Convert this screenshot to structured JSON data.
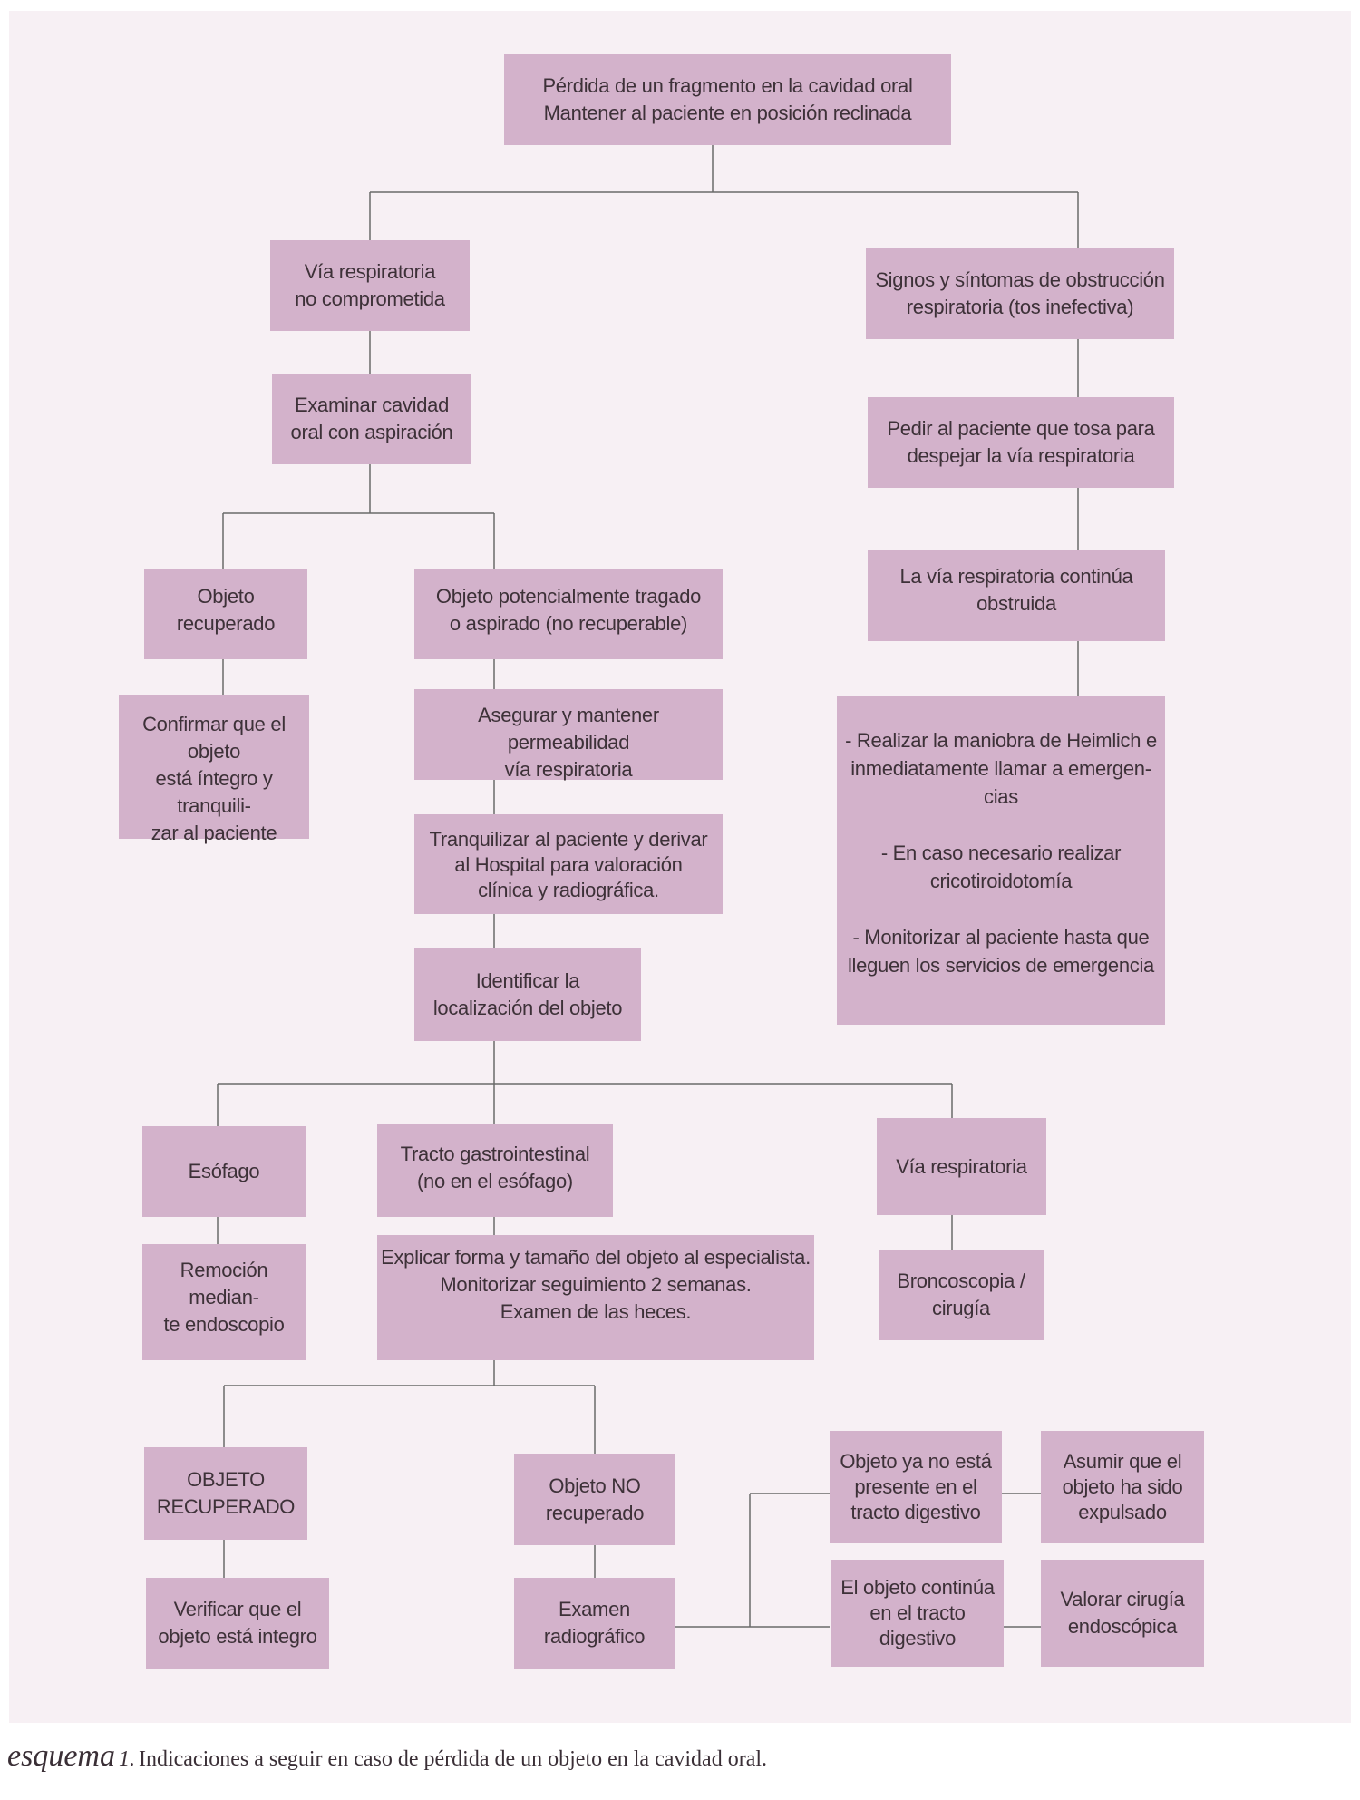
{
  "diagram": {
    "nodes": {
      "root": "Pérdida de un fragmento en la cavidad oral\nMantener al paciente en posición reclinada",
      "via_no_comprometida": "Vía respiratoria\nno comprometida",
      "examinar": "Examinar cavidad\noral con aspiración",
      "objeto_recuperado": "Objeto\nrecuperado",
      "confirmar": "Confirmar que el objeto\nestá íntegro y tranquili-\nzar al paciente",
      "tragado": "Objeto potencialmente tragado\no aspirado (no recuperable)",
      "asegurar": "Asegurar y mantener permeabilidad\nvía respiratoria",
      "tranquilizar": "Tranquilizar al paciente y derivar\nal Hospital para valoración\nclínica y radiográfica.",
      "identificar": "Identificar la\nlocalización del objeto",
      "signos": "Signos y síntomas de obstrucción\nrespiratoria (tos inefectiva)",
      "pedir_tosa": "Pedir al paciente que tosa para\ndespejar la vía respiratoria",
      "continua_obstruida": "La vía respiratoria continúa\nobstruida",
      "heimlich": "- Realizar la maniobra de Heimlich e\ninmediatamente llamar a emergen-\ncias\n\n- En caso necesario realizar\ncricotiroidotomía\n\n- Monitorizar al paciente hasta que\nlleguen los servicios de emergencia",
      "esofago": "Esófago",
      "remocion": "Remoción median-\nte endoscopio",
      "tracto": "Tracto gastrointestinal\n(no en el esófago)",
      "explicar": "Explicar forma y tamaño del objeto al especialista.\nMonitorizar seguimiento  2 semanas.\nExamen de las heces.",
      "via_respiratoria": "Vía respiratoria",
      "broncoscopia": "Broncoscopia /\ncirugía",
      "objeto_recuperado_caps": "OBJETO\nRECUPERADO",
      "verificar": "Verificar que el\nobjeto está integro",
      "objeto_no_recuperado": "Objeto NO\nrecuperado",
      "examen_radiografico": "Examen\nradiográfico",
      "ya_no_esta": "Objeto ya no está\npresente en el\ntracto digestivo",
      "asumir": "Asumir que el\nobjeto ha sido\nexpulsado",
      "continua_tracto": "El objeto continúa\nen el tracto\ndigestivo",
      "valorar": "Valorar cirugía\nendoscópica"
    }
  },
  "caption": {
    "lead": "esquema",
    "number": "1.",
    "text": "Indicaciones a seguir en caso de pérdida de un objeto en la cavidad oral."
  },
  "colors": {
    "background": "#f7f0f4",
    "box": "#d3b2cb",
    "line": "#5a5a5a",
    "text": "#3d3138"
  }
}
